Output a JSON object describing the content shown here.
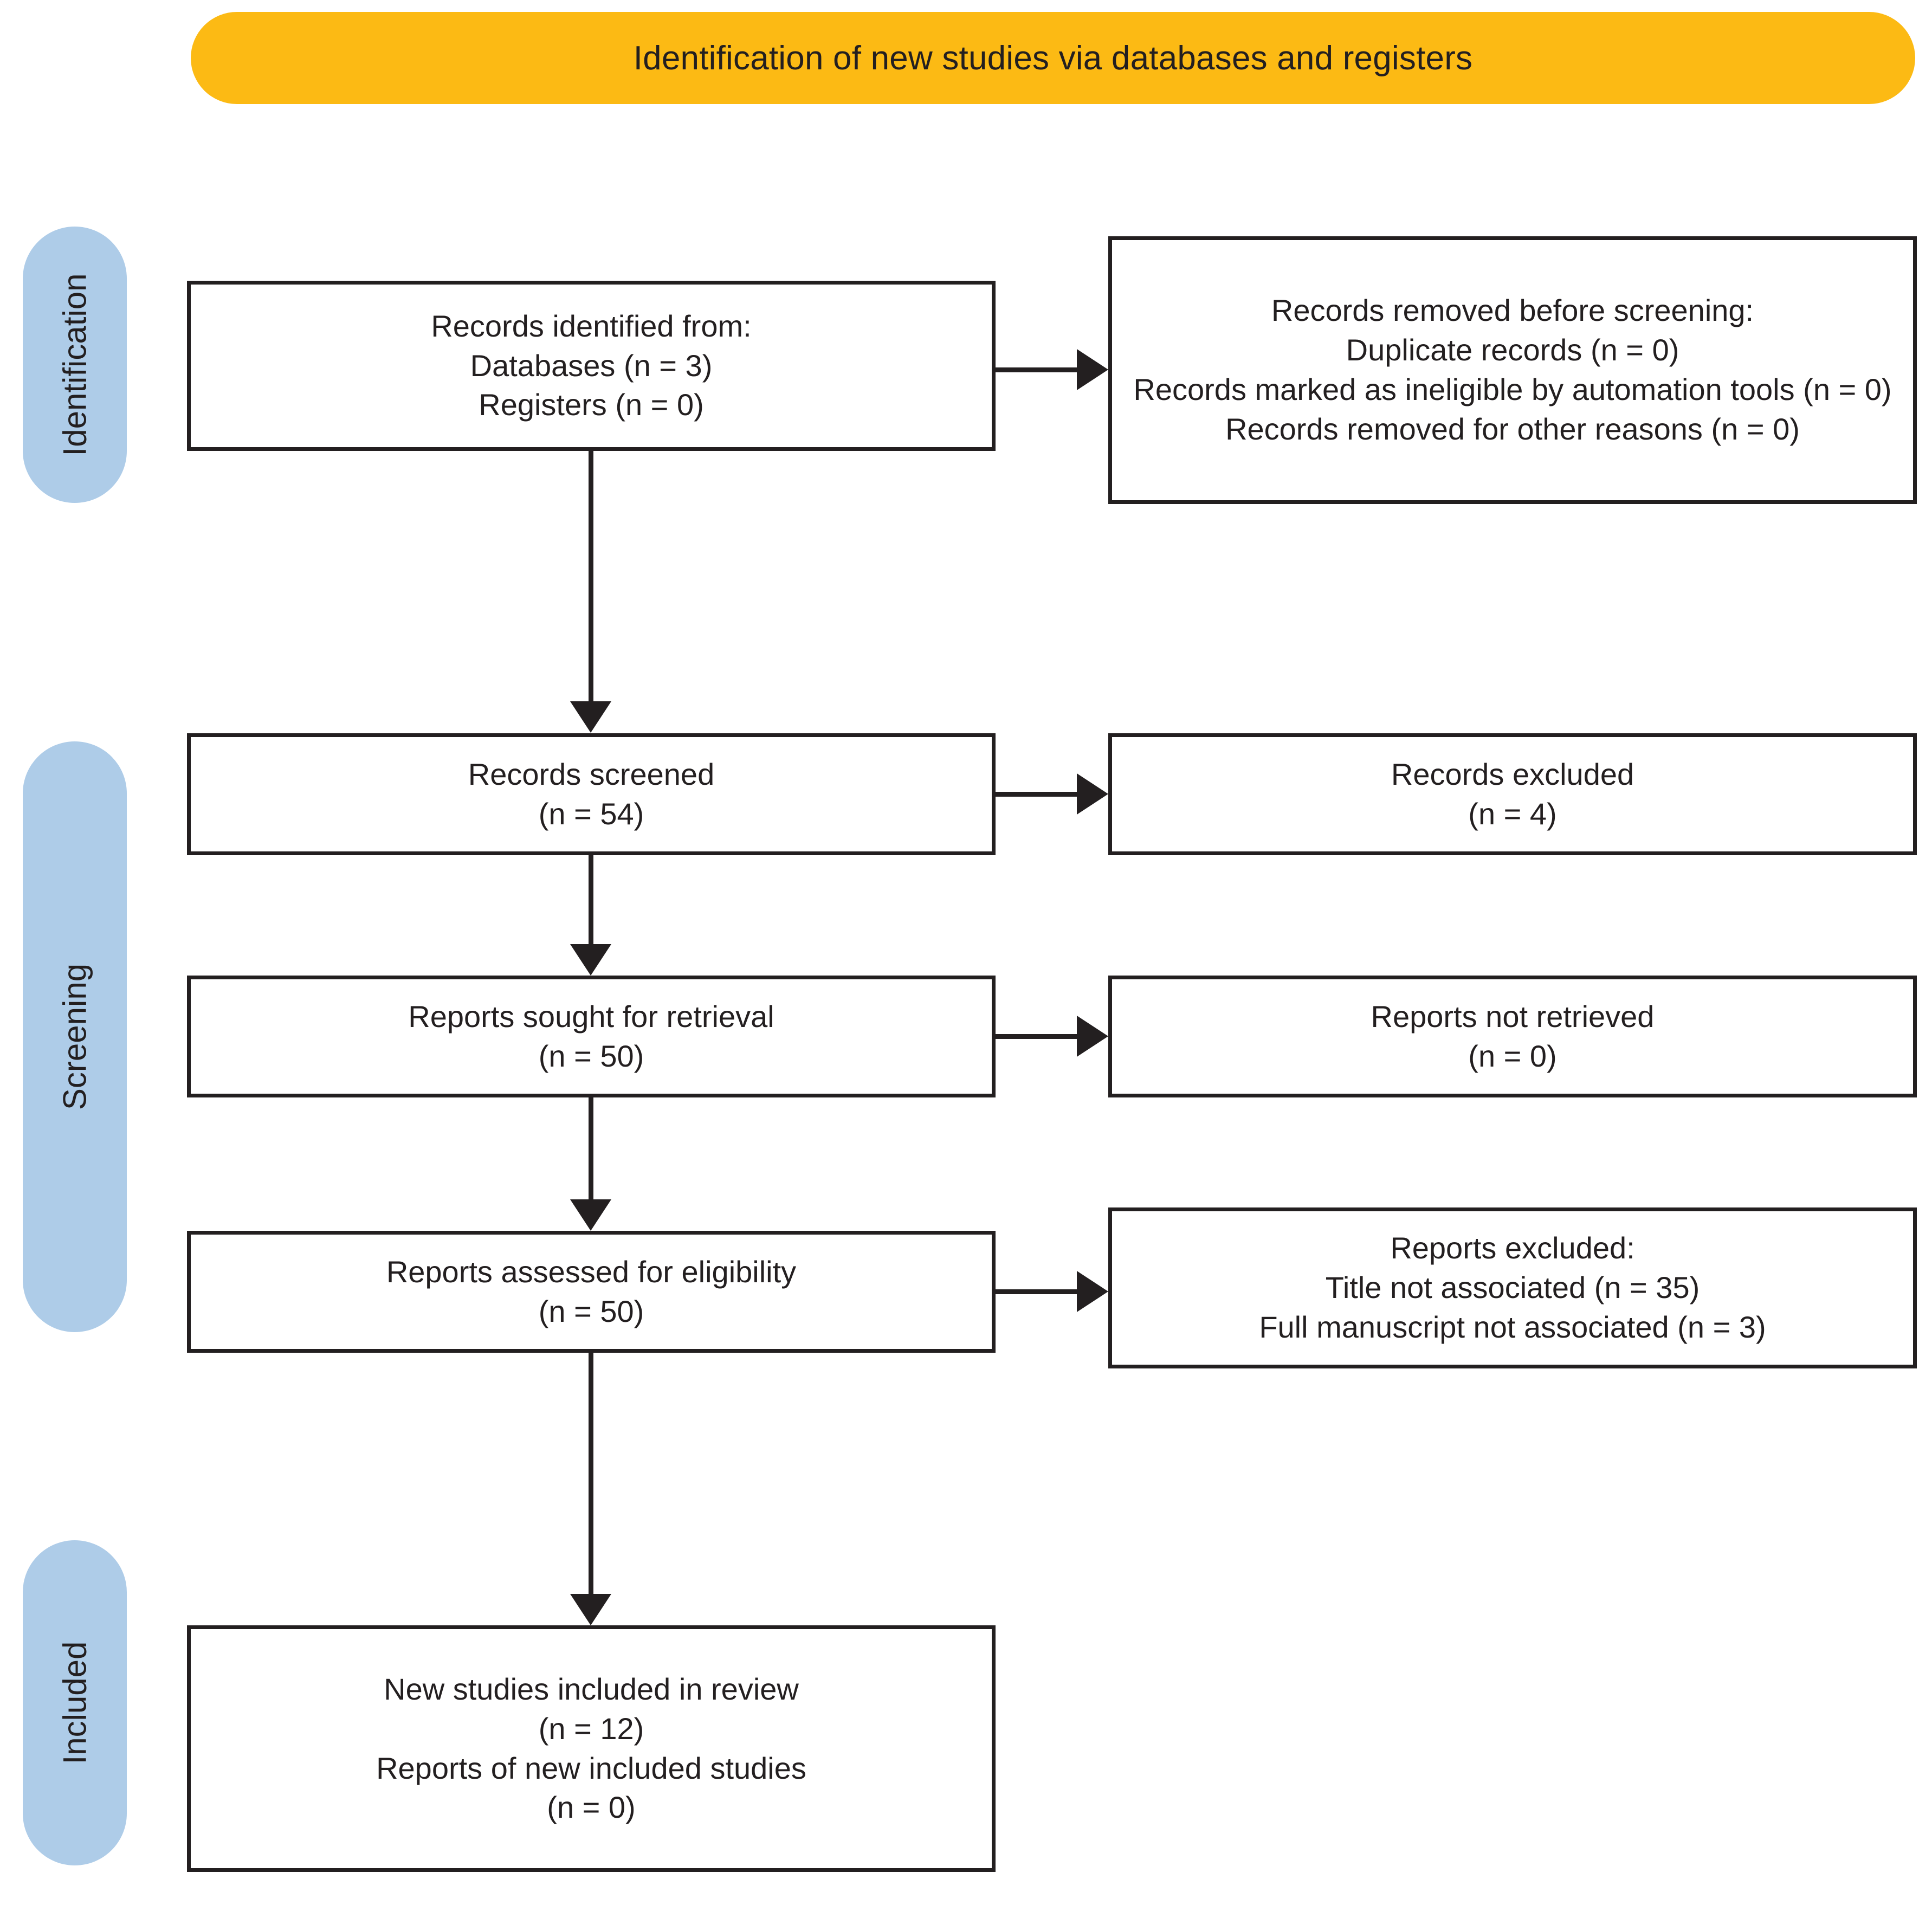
{
  "title": {
    "text": "Identification of new studies via databases and registers",
    "background_color": "#FCBA14",
    "text_color": "#231f20"
  },
  "colors": {
    "stage_pill": "#AECCE8",
    "box_border": "#231f20",
    "box_fill": "#FFFFFF",
    "connector": "#231f20"
  },
  "stages": [
    {
      "id": "identification",
      "label": "Identification"
    },
    {
      "id": "screening",
      "label": "Screening"
    },
    {
      "id": "included",
      "label": "Included"
    }
  ],
  "boxes": {
    "identified": {
      "lines": [
        "Records identified from:",
        "Databases (n = 3)",
        "Registers (n = 0)"
      ],
      "l0": "Records identified from:",
      "l1": "Databases (n = 3)",
      "l2": "Registers (n = 0)"
    },
    "removed": {
      "l0": "Records removed before screening:",
      "l1": "Duplicate records (n = 0)",
      "l2": "Records marked as ineligible by automation tools (n = 0)",
      "l3": "Records removed for other reasons (n = 0)"
    },
    "screened": {
      "l0": "Records screened",
      "l1": "(n = 54)"
    },
    "excluded_records": {
      "l0": "Records excluded",
      "l1": "(n = 4)"
    },
    "sought": {
      "l0": "Reports sought for retrieval",
      "l1": "(n = 50)"
    },
    "not_retrieved": {
      "l0": "Reports not retrieved",
      "l1": "(n = 0)"
    },
    "assessed": {
      "l0": "Reports assessed for eligibility",
      "l1": "(n = 50)"
    },
    "excluded_reports": {
      "l0": "Reports excluded:",
      "l1": "Title not associated (n = 35)",
      "l2": "Full manuscript not associated (n = 3)"
    },
    "included": {
      "l0": "New studies included in review",
      "l1": "(n = 12)",
      "l2": "Reports of new included studies",
      "l3": "(n = 0)"
    }
  },
  "chart_data": {
    "type": "diagram",
    "title": "Identification of new studies via databases and registers",
    "nodes": [
      {
        "id": "identified",
        "stage": "Identification",
        "column": "left",
        "label": "Records identified from: Databases (n = 3) Registers (n = 0)",
        "counts": {
          "databases": 3,
          "registers": 0
        }
      },
      {
        "id": "removed",
        "stage": "Identification",
        "column": "right",
        "label": "Records removed before screening",
        "counts": {
          "duplicate_records": 0,
          "ineligible_by_automation_tools": 0,
          "removed_other_reasons": 0
        }
      },
      {
        "id": "screened",
        "stage": "Screening",
        "column": "left",
        "label": "Records screened",
        "counts": {
          "n": 54
        }
      },
      {
        "id": "excluded_records",
        "stage": "Screening",
        "column": "right",
        "label": "Records excluded",
        "counts": {
          "n": 4
        }
      },
      {
        "id": "sought",
        "stage": "Screening",
        "column": "left",
        "label": "Reports sought for retrieval",
        "counts": {
          "n": 50
        }
      },
      {
        "id": "not_retrieved",
        "stage": "Screening",
        "column": "right",
        "label": "Reports not retrieved",
        "counts": {
          "n": 0
        }
      },
      {
        "id": "assessed",
        "stage": "Screening",
        "column": "left",
        "label": "Reports assessed for eligibility",
        "counts": {
          "n": 50
        }
      },
      {
        "id": "excluded_reports",
        "stage": "Screening",
        "column": "right",
        "label": "Reports excluded",
        "counts": {
          "title_not_associated": 35,
          "full_manuscript_not_associated": 3
        }
      },
      {
        "id": "included",
        "stage": "Included",
        "column": "left",
        "label": "New studies included in review",
        "counts": {
          "new_studies": 12,
          "reports_of_new_included_studies": 0
        }
      }
    ],
    "edges": [
      {
        "from": "identified",
        "to": "removed",
        "direction": "right"
      },
      {
        "from": "identified",
        "to": "screened",
        "direction": "down"
      },
      {
        "from": "screened",
        "to": "excluded_records",
        "direction": "right"
      },
      {
        "from": "screened",
        "to": "sought",
        "direction": "down"
      },
      {
        "from": "sought",
        "to": "not_retrieved",
        "direction": "right"
      },
      {
        "from": "sought",
        "to": "assessed",
        "direction": "down"
      },
      {
        "from": "assessed",
        "to": "excluded_reports",
        "direction": "right"
      },
      {
        "from": "assessed",
        "to": "included",
        "direction": "down"
      }
    ]
  }
}
